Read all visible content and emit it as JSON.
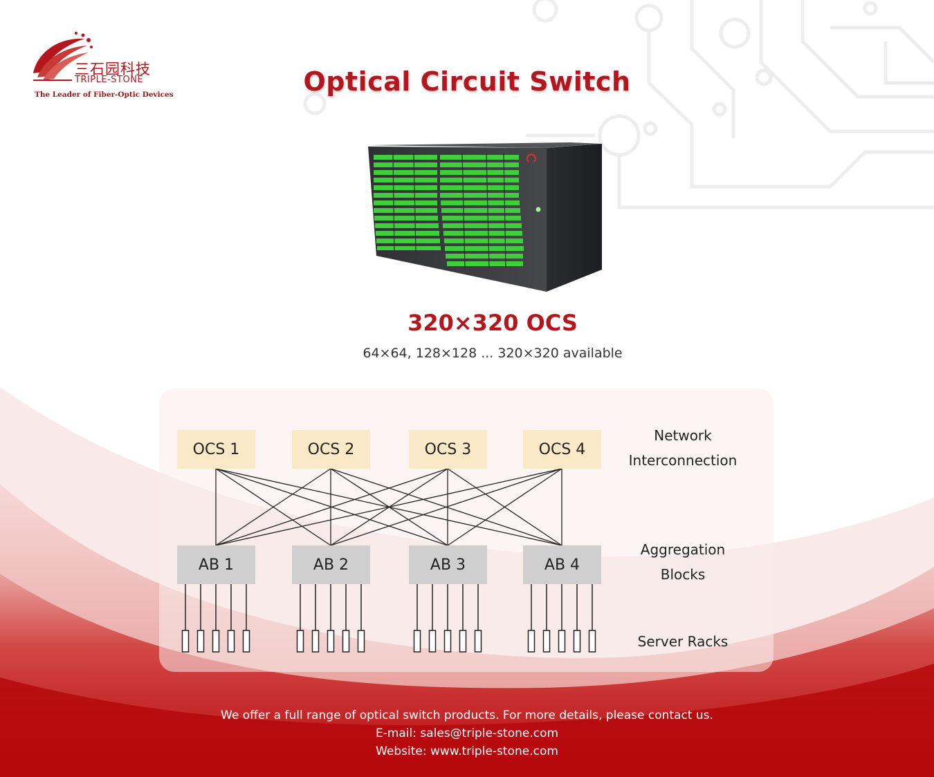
{
  "brand": {
    "name_cn": "三石园科技",
    "name_en": "TRIPLE-STONE",
    "tagline": "The Leader of Fiber-Optic Devices",
    "color": "#b3161c"
  },
  "header": {
    "title": "Optical Circuit Switch"
  },
  "product": {
    "name": "320×320 OCS",
    "sizes": "64×64, 128×128 ... 320×320 available",
    "port_color": "#3fcf3a",
    "chassis_color": "#3a3b3e"
  },
  "diagram": {
    "ocs_nodes": [
      "OCS 1",
      "OCS 2",
      "OCS 3",
      "OCS 4"
    ],
    "ab_nodes": [
      "AB 1",
      "AB 2",
      "AB 3",
      "AB 4"
    ],
    "labels": {
      "network_line1": "Network",
      "network_line2": "Interconnection",
      "aggregation_line1": "Aggregation",
      "aggregation_line2": "Blocks",
      "servers": "Server Racks"
    },
    "racks_per_block": 5,
    "ocs_color": "#fbe8c6",
    "ab_color": "#cfcfcf"
  },
  "footer": {
    "line1": "We offer a full range of optical switch products. For more details, please contact us.",
    "line2": "E-mail: sales@triple-stone.com",
    "line3": "Website: www.triple-stone.com"
  }
}
